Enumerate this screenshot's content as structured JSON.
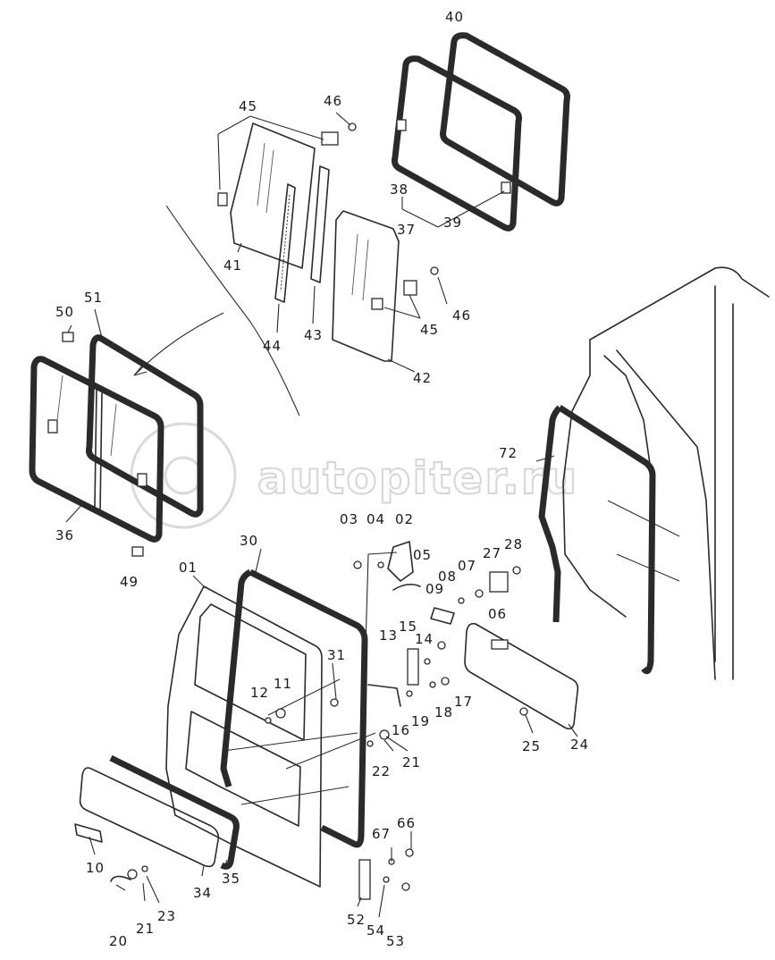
{
  "watermark": {
    "text": "autopiter.ru"
  },
  "callouts": [
    {
      "id": "c40",
      "text": "40"
    },
    {
      "id": "c45a",
      "text": "45"
    },
    {
      "id": "c46a",
      "text": "46"
    },
    {
      "id": "c38",
      "text": "38"
    },
    {
      "id": "c37",
      "text": "37"
    },
    {
      "id": "c39",
      "text": "39"
    },
    {
      "id": "c41",
      "text": "41"
    },
    {
      "id": "c44",
      "text": "44"
    },
    {
      "id": "c43",
      "text": "43"
    },
    {
      "id": "c42",
      "text": "42"
    },
    {
      "id": "c46b",
      "text": "46"
    },
    {
      "id": "c45b",
      "text": "45"
    },
    {
      "id": "c51",
      "text": "51"
    },
    {
      "id": "c50",
      "text": "50"
    },
    {
      "id": "c36",
      "text": "36"
    },
    {
      "id": "c49",
      "text": "49"
    },
    {
      "id": "c72",
      "text": "72"
    },
    {
      "id": "c03",
      "text": "03"
    },
    {
      "id": "c04",
      "text": "04"
    },
    {
      "id": "c02",
      "text": "02"
    },
    {
      "id": "c05",
      "text": "05"
    },
    {
      "id": "c27",
      "text": "27"
    },
    {
      "id": "c28",
      "text": "28"
    },
    {
      "id": "c07",
      "text": "07"
    },
    {
      "id": "c08",
      "text": "08"
    },
    {
      "id": "c09",
      "text": "09"
    },
    {
      "id": "c06",
      "text": "06"
    },
    {
      "id": "c30",
      "text": "30"
    },
    {
      "id": "c01",
      "text": "01"
    },
    {
      "id": "c31",
      "text": "31"
    },
    {
      "id": "c13",
      "text": "13"
    },
    {
      "id": "c15",
      "text": "15"
    },
    {
      "id": "c14",
      "text": "14"
    },
    {
      "id": "c12",
      "text": "12"
    },
    {
      "id": "c11",
      "text": "11"
    },
    {
      "id": "c17",
      "text": "17"
    },
    {
      "id": "c18",
      "text": "18"
    },
    {
      "id": "c16",
      "text": "16"
    },
    {
      "id": "c19",
      "text": "19"
    },
    {
      "id": "c22",
      "text": "22"
    },
    {
      "id": "c21a",
      "text": "21"
    },
    {
      "id": "c24",
      "text": "24"
    },
    {
      "id": "c25",
      "text": "25"
    },
    {
      "id": "c67",
      "text": "67"
    },
    {
      "id": "c66",
      "text": "66"
    },
    {
      "id": "c10",
      "text": "10"
    },
    {
      "id": "c35",
      "text": "35"
    },
    {
      "id": "c34",
      "text": "34"
    },
    {
      "id": "c23",
      "text": "23"
    },
    {
      "id": "c21b",
      "text": "21"
    },
    {
      "id": "c20",
      "text": "20"
    },
    {
      "id": "c52",
      "text": "52"
    },
    {
      "id": "c54",
      "text": "54"
    },
    {
      "id": "c53",
      "text": "53"
    }
  ]
}
